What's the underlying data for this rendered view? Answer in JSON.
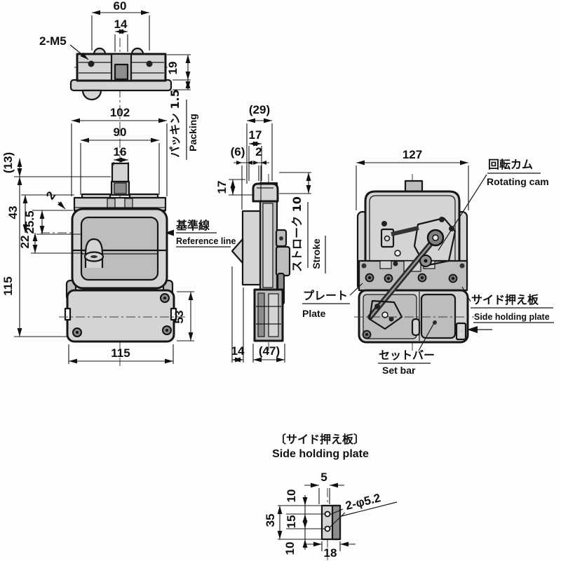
{
  "colors": {
    "line": "#161616",
    "fill_light": "#d4d4d4",
    "fill_mid": "#bdbdbd",
    "fill_dark": "#8d8d8d",
    "background": "#fdfdfd"
  },
  "top_view": {
    "dim_60": "60",
    "dim_14": "14",
    "thread_label": "2-M5",
    "dim_19": "19",
    "packing_jp": "パッキン 1.5",
    "packing_en": "Packing"
  },
  "front_view": {
    "dim_102": "102",
    "dim_90": "90",
    "dim_16": "16",
    "dim_13": "(13)",
    "dim_2": "2",
    "dim_43": "43",
    "dim_25_5": "25.5",
    "dim_22": "22",
    "dim_115_left": "115",
    "dim_115_bottom": "115",
    "dim_53": "53",
    "reference_jp": "基準線",
    "reference_en": "Reference line"
  },
  "side_view": {
    "dim_29": "(29)",
    "dim_17_top": "17",
    "dim_6": "(6)",
    "dim_2": "2",
    "dim_17_left": "17",
    "stroke_jp": "ストローク 10",
    "stroke_en": "Stroke",
    "dim_14": "14",
    "dim_47": "(47)"
  },
  "rear_view": {
    "dim_127": "127",
    "cam_jp": "回転カム",
    "cam_en": "Rotating cam",
    "plate_jp": "プレート",
    "plate_en": "Plate",
    "side_plate_jp": "サイド押え板",
    "side_plate_en": "Side holding plate",
    "set_bar_jp": "セットバー",
    "set_bar_en": "Set bar"
  },
  "detail_view": {
    "title_jp": "〔サイド押え板〕",
    "title_en": "Side holding plate",
    "dim_5": "5",
    "dim_10_top": "10",
    "dim_35": "35",
    "dim_15": "15",
    "dim_10_bottom": "10",
    "dim_18": "18",
    "hole_label": "2-φ5.2"
  }
}
